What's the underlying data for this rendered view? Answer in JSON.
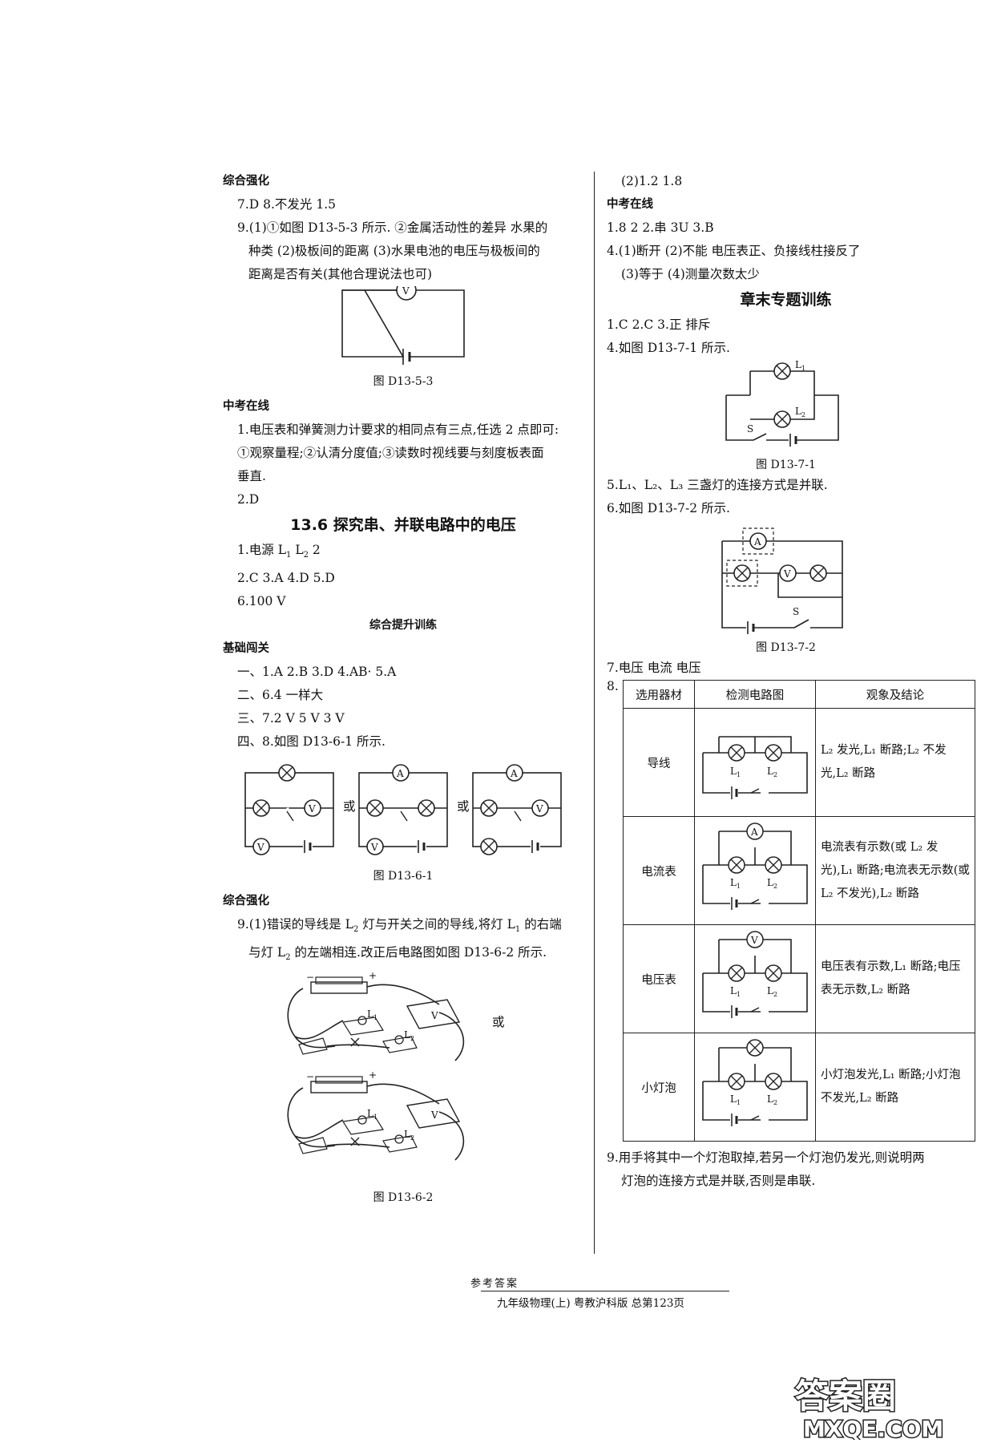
{
  "left": {
    "h1": "综合强化",
    "l1": "7.D   8.不发光   1.5",
    "l2": "9.(1)①如图 D13-5-3 所示.   ②金属活动性的差异   水果的",
    "l3": "种类   (2)极板间的距离   (3)水果电池的电压与极板间的",
    "l4": "距离是否有关(其他合理说法也可)",
    "fig1_cap": "图 D13-5-3",
    "h2": "中考在线",
    "l5": "1.电压表和弹簧测力计要求的相同点有三点,任选 2 点即可:",
    "l6": "①观察量程;②认清分度值;③读数时视线要与刻度板表面",
    "l7": "垂直.",
    "l8": "2.D",
    "sec_title": "13.6   探究串、并联电路中的电压",
    "l9_a": "1.电源   L",
    "l9_b": "1",
    "l9_c": "   L",
    "l9_d": "2",
    "l9_e": "   2",
    "l10": "2.C   3.A   4.D   5.D",
    "l11": "6.100 V",
    "sub1": "综合提升训练",
    "h3": "基础闯关",
    "l12": "一、1.A   2.B   3.D   4.AB· 5.A",
    "l13": "二、6.4   一样大",
    "l14": "三、7.2 V   5 V   3 V",
    "l15": "四、8.如图 D13-6-1 所示.",
    "or1": "或",
    "or2": "或",
    "fig2_cap": "图 D13-6-1",
    "h4": "综合强化",
    "l16_a": "9.(1)错误的导线是 L",
    "l16_b": "2",
    "l16_c": " 灯与开关之间的导线,将灯 L",
    "l16_d": "1",
    "l16_e": " 的右端",
    "l17_a": "与灯 L",
    "l17_b": "2",
    "l17_c": " 的左端相连.改正后电路图如图 D13-6-2 所示.",
    "or3": "或",
    "fig3_cap": "图 D13-6-2"
  },
  "right": {
    "r1": "(2)1.2   1.8",
    "h1": "中考在线",
    "r2": "1.8   2   2.串   3U   3.B",
    "r3": "4.(1)断开   (2)不能   电压表正、负接线柱接反了",
    "r4": "(3)等于   (4)测量次数太少",
    "sec_title": "章末专题训练",
    "r5": "1.C   2.C   3.正   排斥",
    "r6": "4.如图 D13-7-1 所示.",
    "fig4_cap": "图 D13-7-1",
    "r7": "5.L₁、L₂、L₃ 三盏灯的连接方式是并联.",
    "r8": "6.如图 D13-7-2 所示.",
    "fig5_cap": "图 D13-7-2",
    "r9": "7.电压   电流   电压",
    "r10": "8.",
    "table": {
      "headers": [
        "选用器材",
        "检测电路图",
        "观象及结论"
      ],
      "rows": [
        {
          "tool": "导线",
          "result": "L₂ 发光,L₁ 断路;L₂ 不发光,L₂ 断路"
        },
        {
          "tool": "电流表",
          "result": "电流表有示数(或 L₂ 发光),L₁ 断路;电流表无示数(或 L₂ 不发光),L₂ 断路"
        },
        {
          "tool": "电压表",
          "result": "电压表有示数,L₁ 断路;电压表无示数,L₂ 断路"
        },
        {
          "tool": "小灯泡",
          "result": "小灯泡发光,L₁ 断路;小灯泡不发光,L₂ 断路"
        }
      ]
    },
    "r11": "9.用手将其中一个灯泡取掉,若另一个灯泡仍发光,则说明两",
    "r12": "灯泡的连接方式是并联,否则是串联."
  },
  "footer": {
    "title": "参考答案",
    "line": "九年级物理(上)   粤教沪科版   总第123页"
  },
  "watermark": {
    "text1": "答案圈",
    "text2": "MXQE.COM"
  }
}
